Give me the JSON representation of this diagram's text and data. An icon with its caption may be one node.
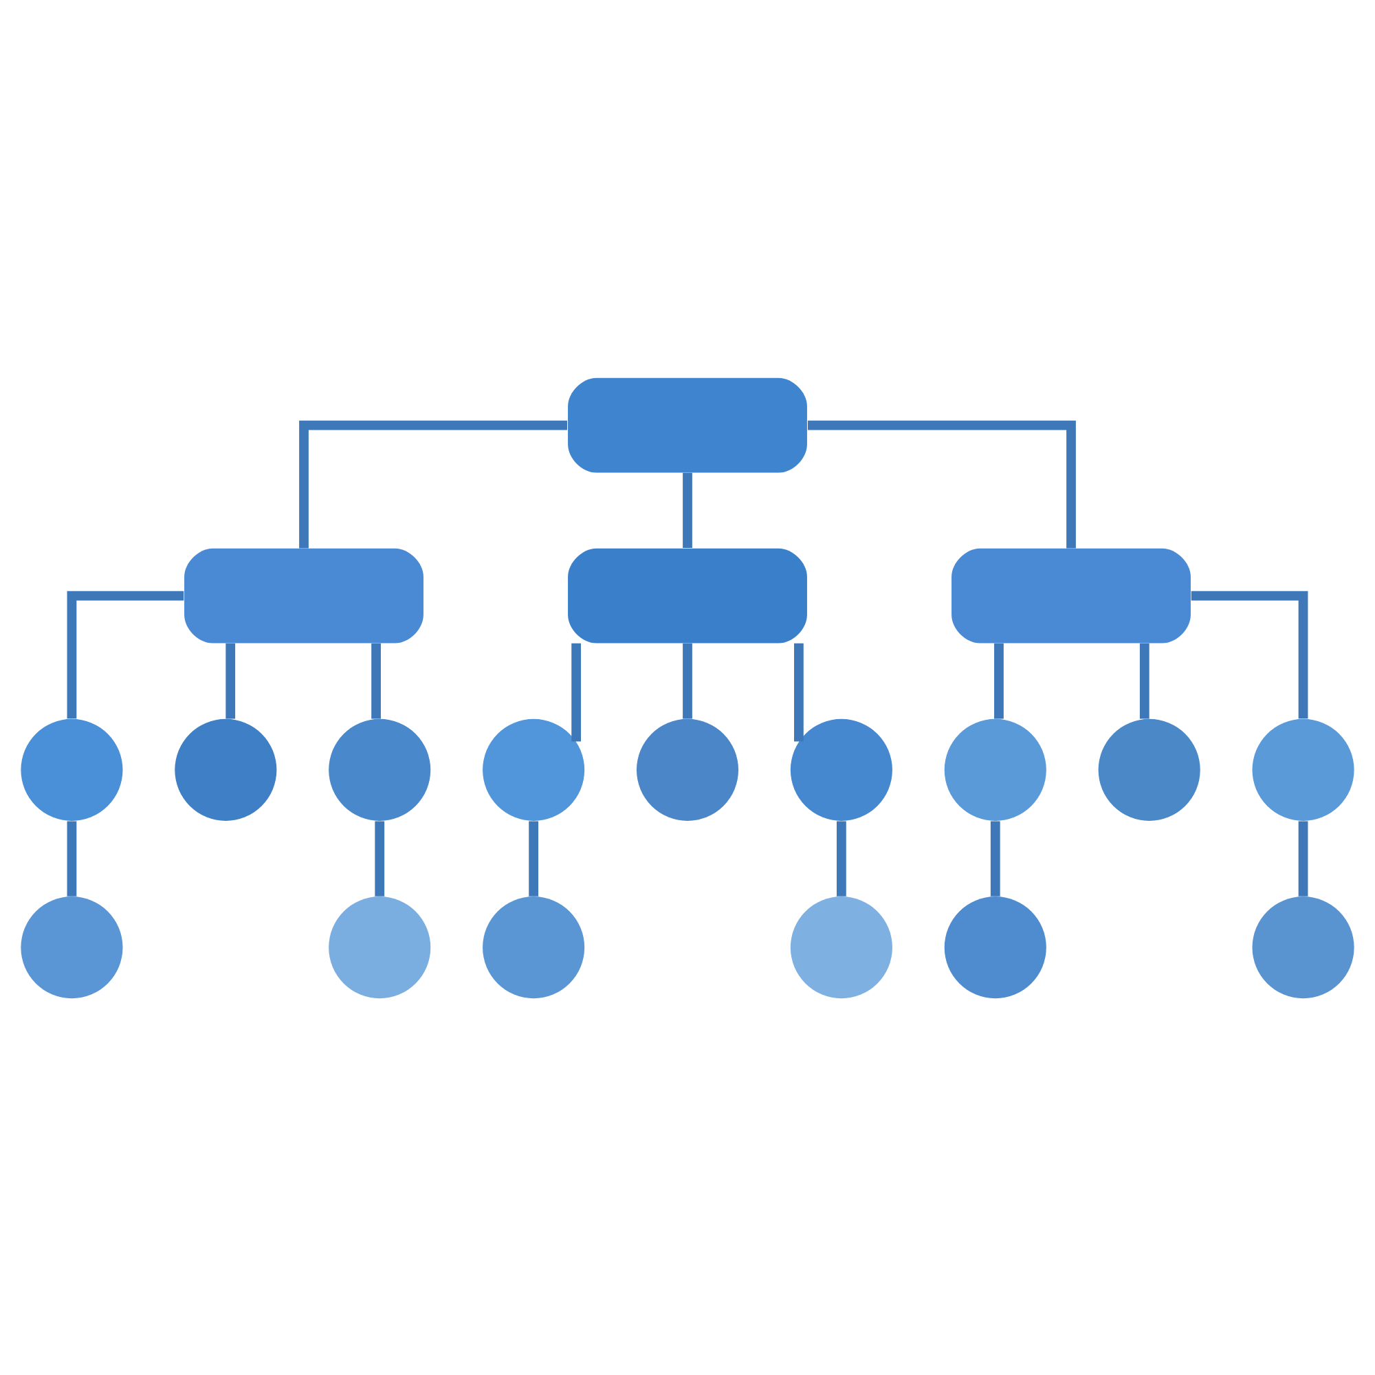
{
  "diagram": {
    "nodes": [
      {
        "text": [],
        "shape": "box"
      },
      {
        "text": [],
        "shape": "box"
      },
      {
        "text": [],
        "shape": "box"
      },
      {
        "text": [],
        "shape": "box"
      },
      {
        "text": [],
        "shape": "circle"
      },
      {
        "text": [],
        "shape": "circle"
      },
      {
        "text": [],
        "shape": "circle"
      },
      {
        "text": [],
        "shape": "circle"
      },
      {
        "text": [],
        "shape": "circle"
      },
      {
        "text": [],
        "shape": "circle"
      },
      {
        "text": [],
        "shape": "circle"
      },
      {
        "text": [],
        "shape": "circle"
      },
      {
        "text": [],
        "shape": "circle"
      },
      {
        "text": [],
        "shape": "circle"
      },
      {
        "text": [],
        "shape": "circle"
      },
      {
        "text": [],
        "shape": "circle"
      },
      {
        "text": [],
        "shape": "circle"
      },
      {
        "text": [],
        "shape": "circle"
      },
      {
        "text": [],
        "shape": "circle"
      }
    ],
    "edges": [
      {
        "from": 0,
        "to": 1,
        "arrow": "none"
      },
      {
        "from": 0,
        "to": 2,
        "arrow": "none"
      },
      {
        "from": 0,
        "to": 3,
        "arrow": "none"
      },
      {
        "from": 1,
        "to": 4,
        "arrow": "none"
      },
      {
        "from": 1,
        "to": 5,
        "arrow": "none"
      },
      {
        "from": 1,
        "to": 6,
        "arrow": "none"
      },
      {
        "from": 2,
        "to": 7,
        "arrow": "none"
      },
      {
        "from": 2,
        "to": 8,
        "arrow": "none"
      },
      {
        "from": 2,
        "to": 9,
        "arrow": "none"
      },
      {
        "from": 3,
        "to": 10,
        "arrow": "none"
      },
      {
        "from": 3,
        "to": 11,
        "arrow": "none"
      },
      {
        "from": 3,
        "to": 12,
        "arrow": "none"
      },
      {
        "from": 4,
        "to": 13,
        "arrow": "none"
      },
      {
        "from": 6,
        "to": 14,
        "arrow": "none"
      },
      {
        "from": 7,
        "to": 15,
        "arrow": "none"
      },
      {
        "from": 9,
        "to": 16,
        "arrow": "none"
      },
      {
        "from": 10,
        "to": 17,
        "arrow": "none"
      },
      {
        "from": 12,
        "to": 18,
        "arrow": "none"
      }
    ]
  }
}
